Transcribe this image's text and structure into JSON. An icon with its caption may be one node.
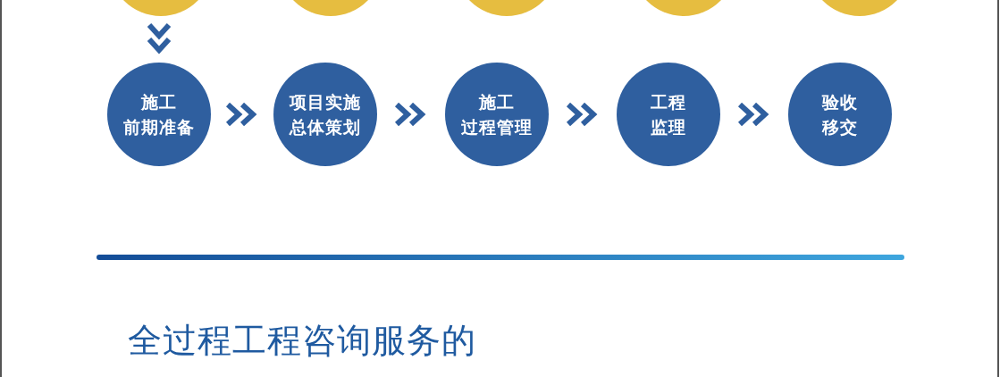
{
  "diagram": {
    "title": "全过程工程咨询服务的",
    "nodes": [
      {
        "text": [],
        "shape": "circle"
      },
      {
        "text": [],
        "shape": "circle"
      },
      {
        "text": [],
        "shape": "circle"
      },
      {
        "text": [],
        "shape": "circle"
      },
      {
        "text": [],
        "shape": "circle"
      },
      {
        "text": [
          "施工前期准备"
        ]
      },
      {
        "text": [
          "项目实施总体策划"
        ]
      },
      {
        "text": [
          "施工过程管理"
        ]
      },
      {
        "text": [
          "工程监理"
        ]
      },
      {
        "text": [
          "验收移交"
        ]
      }
    ],
    "edges": [
      {
        "from": 0,
        "to": 5,
        "arrow": "to"
      },
      {
        "from": 5,
        "to": 6,
        "arrow": "to"
      },
      {
        "from": 6,
        "to": 7,
        "arrow": "to"
      },
      {
        "from": 7,
        "to": 8,
        "arrow": "to"
      },
      {
        "from": 8,
        "to": 9,
        "arrow": "to"
      }
    ]
  }
}
